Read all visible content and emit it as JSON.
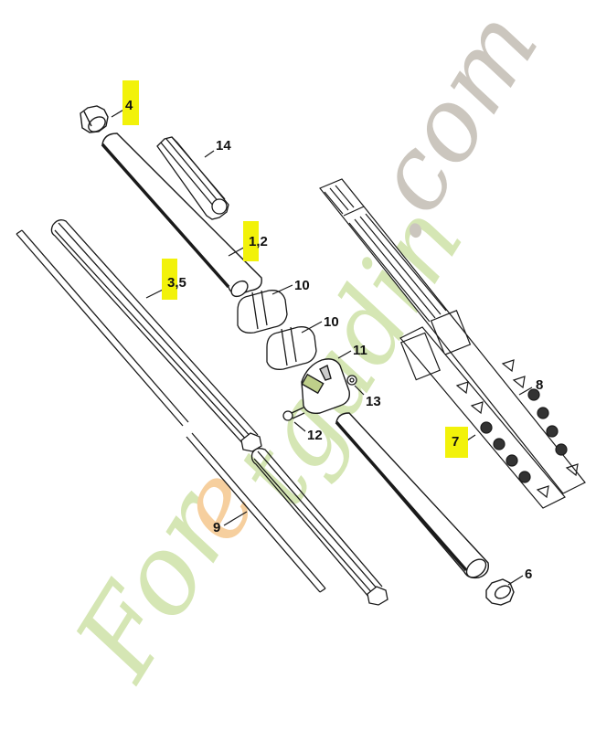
{
  "diagram": {
    "type": "exploded-parts-diagram",
    "watermark": {
      "text_parts": [
        {
          "text": "For",
          "color": "#d5e6b4"
        },
        {
          "text": "e",
          "color": "#f6cf9e"
        },
        {
          "text": "tgadin",
          "color": "#d5e6b4"
        },
        {
          "text": ".com",
          "color": "#cbc6be"
        }
      ],
      "full_text": "Foretgardin.com"
    },
    "colors": {
      "line": "#1a1a1a",
      "highlight": "#f2f20a",
      "background": "#ffffff"
    },
    "callouts": [
      {
        "id": "c4",
        "label": "4",
        "highlighted": true
      },
      {
        "id": "c14",
        "label": "14",
        "highlighted": false
      },
      {
        "id": "c12a",
        "label": "1,2",
        "highlighted": true
      },
      {
        "id": "c35",
        "label": "3,5",
        "highlighted": true
      },
      {
        "id": "c10a",
        "label": "10",
        "highlighted": false
      },
      {
        "id": "c10b",
        "label": "10",
        "highlighted": false
      },
      {
        "id": "c11",
        "label": "11",
        "highlighted": false
      },
      {
        "id": "c13",
        "label": "13",
        "highlighted": false
      },
      {
        "id": "c12",
        "label": "12",
        "highlighted": false
      },
      {
        "id": "c8",
        "label": "8",
        "highlighted": false
      },
      {
        "id": "c7",
        "label": "7",
        "highlighted": true
      },
      {
        "id": "c9",
        "label": "9",
        "highlighted": false
      },
      {
        "id": "c6",
        "label": "6",
        "highlighted": false
      }
    ]
  }
}
